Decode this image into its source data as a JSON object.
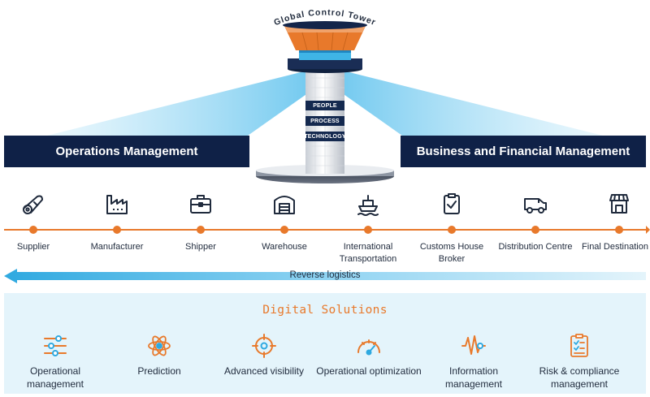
{
  "tower": {
    "title": "Global Control Tower",
    "tags": [
      "PEOPLE",
      "PROCESS",
      "TECHNOLOGY"
    ]
  },
  "banners": {
    "left": "Operations Management",
    "right": "Business and Financial Management"
  },
  "stages": [
    {
      "label": "Supplier",
      "icon": "log-icon"
    },
    {
      "label": "Manufacturer",
      "icon": "factory-icon"
    },
    {
      "label": "Shipper",
      "icon": "briefcase-icon"
    },
    {
      "label": "Warehouse",
      "icon": "warehouse-icon"
    },
    {
      "label": "International Transportation",
      "icon": "ship-icon"
    },
    {
      "label": "Customs House Broker",
      "icon": "clipboard-icon"
    },
    {
      "label": "Distribution Centre",
      "icon": "van-icon"
    },
    {
      "label": "Final Destination",
      "icon": "store-icon"
    }
  ],
  "reverse_logistics": "Reverse logistics",
  "digital": {
    "title": "Digital Solutions",
    "solutions": [
      {
        "label": "Operational management",
        "icon": "sliders-icon"
      },
      {
        "label": "Prediction",
        "icon": "atom-icon"
      },
      {
        "label": "Advanced visibility",
        "icon": "target-icon"
      },
      {
        "label": "Operational optimization",
        "icon": "gauge-icon"
      },
      {
        "label": "Information management",
        "icon": "waveform-icon"
      },
      {
        "label": "Risk & compliance management",
        "icon": "checklist-icon"
      }
    ]
  },
  "colors": {
    "navy": "#0f2147",
    "orange": "#e8792b",
    "light_blue": "#e4f4fb",
    "tower_blue": "#3fb4e6"
  }
}
